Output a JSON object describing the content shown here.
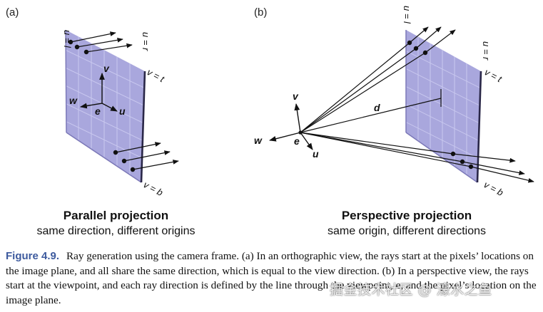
{
  "panels": {
    "a": {
      "label": "(a)",
      "title": "Parallel projection",
      "subtitle": "same direction, different origins"
    },
    "b": {
      "label": "(b)",
      "title": "Perspective projection",
      "subtitle": "same origin, different directions"
    }
  },
  "axis_labels": {
    "u": "u",
    "v": "v",
    "w": "w",
    "e": "e",
    "d": "d"
  },
  "edge_labels": {
    "u_left": "u = l",
    "u_right": "u = r",
    "v_top": "v = t",
    "v_bottom": "v = b"
  },
  "caption": {
    "figure_label": "Figure 4.9.",
    "text": "Ray generation using the camera frame. (a) In an orthographic view, the rays start at the pixels’ locations on the image plane, and all share the same direction, which is equal to the view direction. (b) In a perspective view, the rays start at the viewpoint, and each ray direction is defined by the line through the viewpoint, e, and the pixel’s location on the image plane."
  },
  "watermark": "掘金技术社区 @ 濠水之鱼",
  "colors": {
    "plane_fill": "#a9a7dd",
    "plane_grid": "#c9c8ef",
    "plane_edge": "#2a2748",
    "caption_label": "#3d5a9e"
  }
}
